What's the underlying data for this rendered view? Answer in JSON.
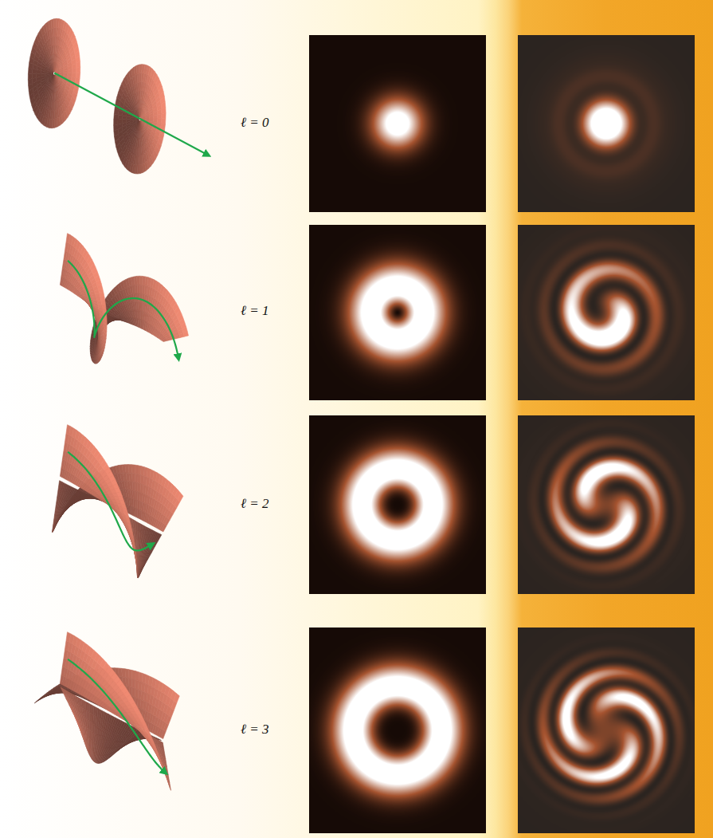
{
  "diagram": {
    "labels": [
      "ℓ = 0",
      "ℓ = 1",
      "ℓ = 2",
      "ℓ = 3"
    ]
  }
}
